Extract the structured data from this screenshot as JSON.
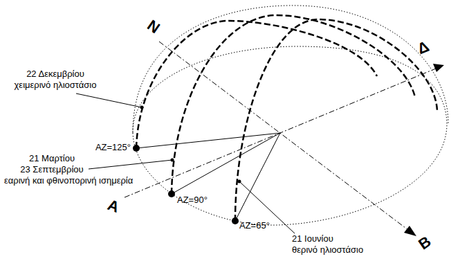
{
  "diagram": {
    "labels": [
      "Ν",
      "Δ",
      "22 Δεκεμβρίου",
      "χειμερινό ηλιοστάσιο",
      "AZ=125°",
      "21 Μαρτίου",
      "23 Σεπτεμβρίου",
      "εαρινή και φθινοπορινή ισημερία",
      "Α",
      "AZ=90°",
      "AZ=65°",
      "Β",
      "21 Ιουνίου",
      "θερινό ηλιοστάσιο"
    ]
  }
}
